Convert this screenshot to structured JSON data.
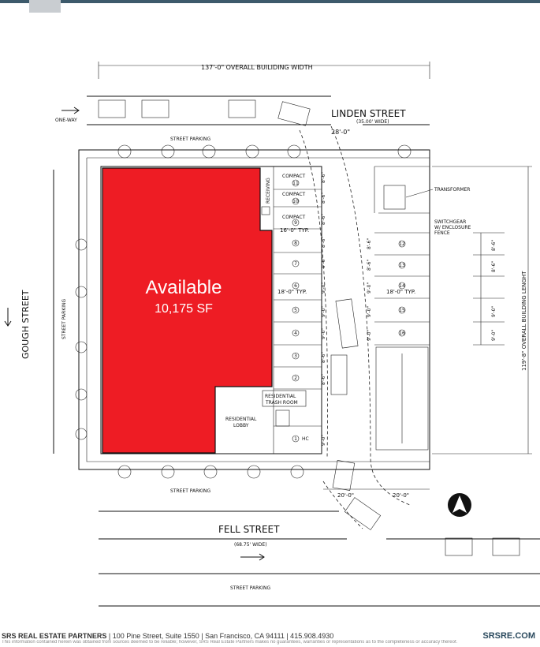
{
  "plan": {
    "overall_width": "137'-0\"  OVERALL BUILIDING WIDTH",
    "one_way_top": "ONE-WAY",
    "linden_street": "LINDEN STREET",
    "linden_width": "(35.00' WIDE)",
    "dim_28": "28'-0\"",
    "street_parking_top": "STREET PARKING",
    "street_parking_left": "STREET PARKING",
    "street_parking_mid": "STREET PARKING",
    "street_parking_bottom": "STREET PARKING",
    "gough_street": "GOUGH STREET",
    "fell_street": "FELL STREET",
    "fell_width": "(68.75' WIDE)",
    "receiving": "RECEIVING",
    "compact_1": "COMPACT",
    "compact_2": "COMPACT",
    "compact_3": "COMPACT",
    "transformer": "TRANSFORMER",
    "switchgear_1": "SWITCHGEAR",
    "switchgear_2": "W/ ENCLOSURE",
    "switchgear_3": "FENCE",
    "typ_16": "16'-0\" TYP.",
    "typ_18_left": "18'-0\" TYP.",
    "typ_18_right": "18'-0\" TYP.",
    "residential_trash": "RESIDENTIAL",
    "trash_room": "TRASH ROOM",
    "residential_lobby_1": "RESIDENTIAL",
    "residential_lobby_2": "LOBBY",
    "hc": "HC",
    "dim_20_left": "20'-0\"",
    "dim_20_right": "20'-0\"",
    "overall_length": "119'-8\"  OVERALL BUILDING LENGHT",
    "stall_left": [
      "11",
      "10",
      "9",
      "8",
      "7",
      "6",
      "5",
      "4",
      "3",
      "2",
      "1"
    ],
    "stall_right": [
      "12",
      "13",
      "14",
      "15",
      "16"
    ],
    "dims_left": [
      "8'-6\"",
      "8'-6\"",
      "8'-6\"",
      "8'-6\"",
      "9'-0\"",
      "9'-0\"",
      "9'-0\"",
      "9'-0\"",
      "8'-6\"",
      "8'-6\"",
      "9'-0\""
    ],
    "dims_right": [
      "8'-6\"",
      "8'-6\"",
      "9'-0\"",
      "9'-0\"",
      "9'-0\""
    ],
    "dims_far_right": [
      "8'-6\"",
      "8'-6\"",
      "9'-0\"",
      "9'-0\""
    ]
  },
  "available": {
    "title": "Available",
    "area": "10,175 SF",
    "color": "#ee1c24"
  },
  "footer": {
    "company": "SRS REAL ESTATE PARTNERS",
    "address": "100 Pine Street, Suite 1550  |  San Francisco, CA 94111  |  415.908.4930",
    "disclaimer": "This information contained herein was obtained from sources deemed to be reliable; however, SRS Real Estate Partners makes no guarantees, warranties or representations as to the completeness or accuracy thereof.",
    "url": "SRSRE.COM"
  }
}
